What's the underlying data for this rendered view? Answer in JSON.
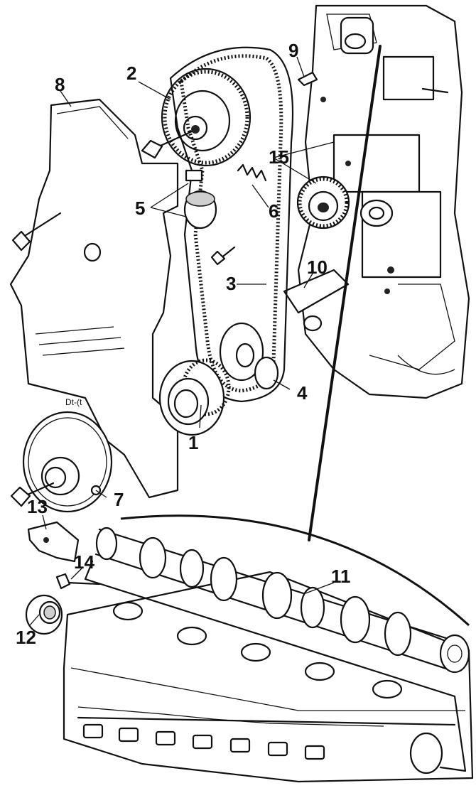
{
  "labels": [
    {
      "id": "1",
      "text": "1"
    },
    {
      "id": "2",
      "text": "2"
    },
    {
      "id": "3",
      "text": "3"
    },
    {
      "id": "4",
      "text": "4"
    },
    {
      "id": "5",
      "text": "5"
    },
    {
      "id": "6",
      "text": "6"
    },
    {
      "id": "7",
      "text": "7"
    },
    {
      "id": "8",
      "text": "8"
    },
    {
      "id": "9",
      "text": "9"
    },
    {
      "id": "10",
      "text": "10"
    },
    {
      "id": "11",
      "text": "11"
    },
    {
      "id": "12",
      "text": "12"
    },
    {
      "id": "13",
      "text": "13"
    },
    {
      "id": "14",
      "text": "14"
    },
    {
      "id": "15",
      "text": "15"
    }
  ],
  "marks": {
    "cover_casting": "Dt-(t"
  }
}
